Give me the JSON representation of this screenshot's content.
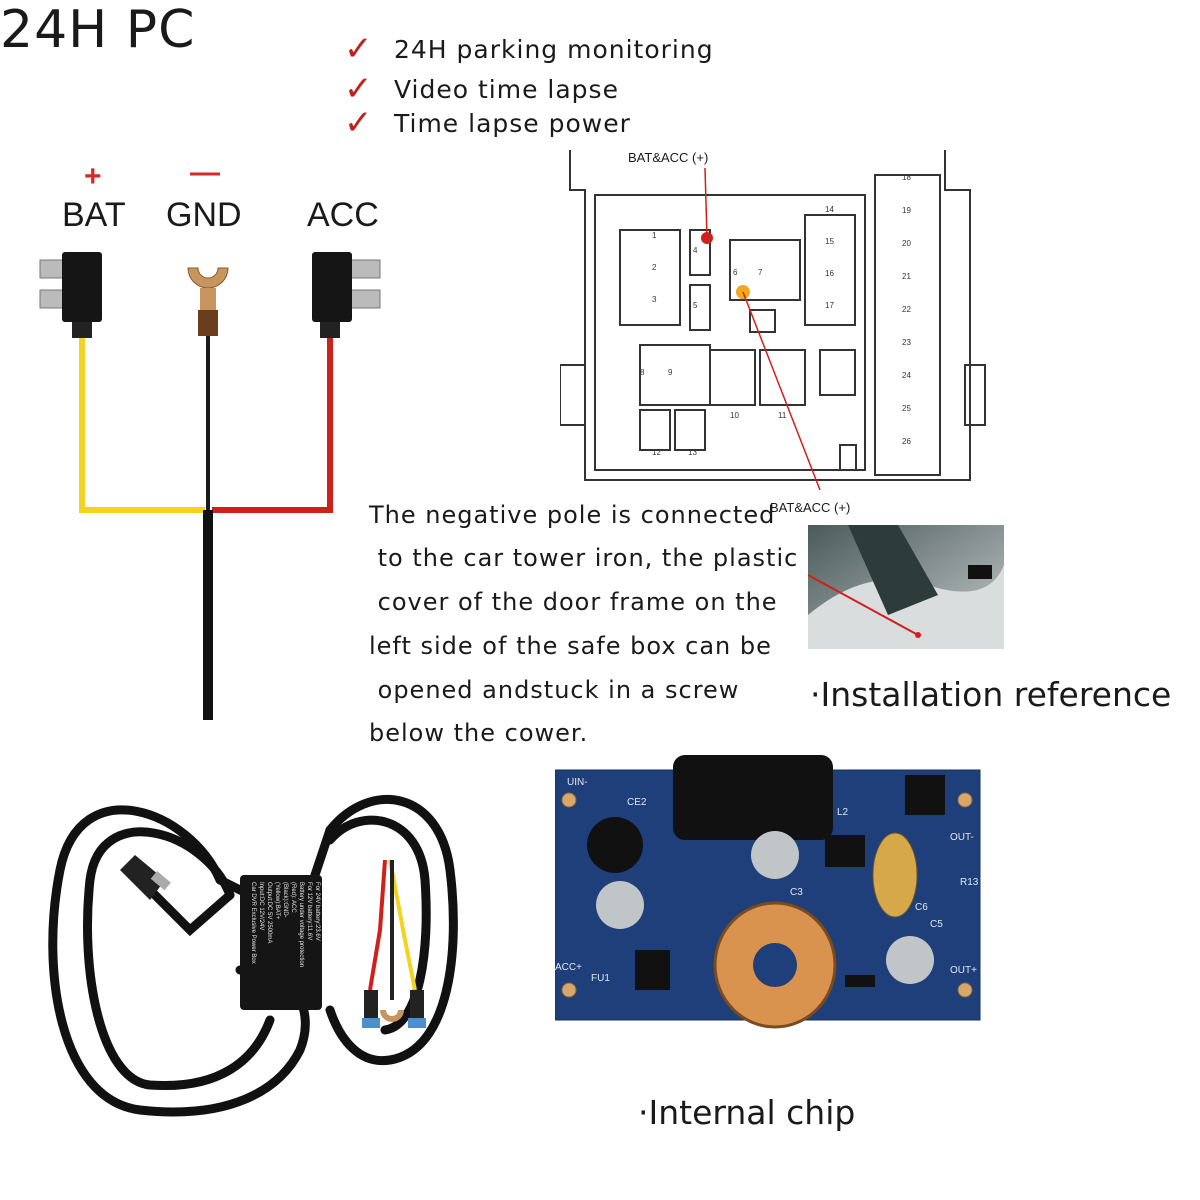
{
  "title": "24H PC",
  "features": [
    "24H parking monitoring",
    "Video time lapse",
    "Time lapse power"
  ],
  "wires": [
    {
      "sign": "+",
      "label": "BAT",
      "color": "#f4d21e"
    },
    {
      "sign": "—",
      "label": "GND",
      "color": "#222222"
    },
    {
      "sign": "",
      "label": "ACC",
      "color": "#d0201c"
    }
  ],
  "fusebox": {
    "top_label": "BAT&ACC (+)",
    "bottom_label": "BAT&ACC (+)",
    "fuse_numbers": [
      "1",
      "2",
      "3",
      "4",
      "5",
      "6",
      "7",
      "8",
      "9",
      "10",
      "11",
      "12",
      "13",
      "14",
      "15",
      "16",
      "17",
      "18",
      "19",
      "20",
      "21",
      "22",
      "23",
      "24",
      "25",
      "26"
    ]
  },
  "description_lines": [
    "The negative pole is connected",
    " to the car tower iron, the plastic",
    " cover of the door frame on the",
    "left side of the safe box can be",
    " opened andstuck in a screw",
    "below the cower."
  ],
  "captions": {
    "installation": "·Installation reference",
    "chip": "·Internal chip"
  },
  "power_box_text": [
    "Car DVR Exclusive Power Box",
    "Input:DC 12V/24V",
    "Output:DC 5V 2500mA",
    "(Yellow):BAT+",
    "(Black):GND-",
    "(Red): ACC",
    "Battery under voltage protection",
    "For 12V battery:11.6V",
    "For 24V battery:23.6V"
  ],
  "pcb_labels": [
    "UIN-",
    "CE2",
    "L2",
    "OUT-",
    "C3",
    "R13",
    "C6",
    "C5",
    "ACC+",
    "FU1",
    "OUT+"
  ],
  "colors": {
    "accent": "#c0221e",
    "pcb": "#1f3f7a",
    "bat": "#f4d21e",
    "acc": "#d0201c"
  }
}
